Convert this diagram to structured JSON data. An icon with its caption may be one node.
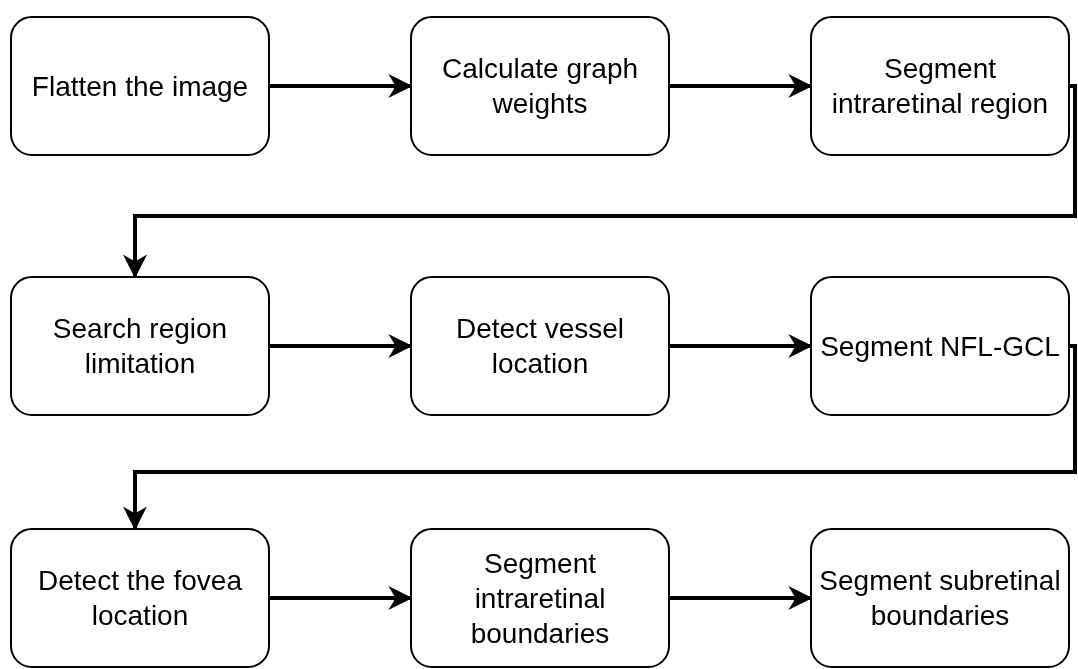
{
  "diagram": {
    "nodes": [
      {
        "text": [
          "Flatten the image"
        ]
      },
      {
        "text": [
          "Calculate graph weights"
        ]
      },
      {
        "text": [
          "Segment intraretinal region"
        ]
      },
      {
        "text": [
          "Search region limitation"
        ]
      },
      {
        "text": [
          "Detect vessel location"
        ]
      },
      {
        "text": [
          "Segment NFL-GCL"
        ]
      },
      {
        "text": [
          "Detect the fovea location"
        ]
      },
      {
        "text": [
          "Segment intraretinal boundaries"
        ]
      },
      {
        "text": [
          "Segment subretinal boundaries"
        ]
      }
    ],
    "edges": [
      {
        "from": 0,
        "to": 1,
        "arrow": "to"
      },
      {
        "from": 1,
        "to": 2,
        "arrow": "to"
      },
      {
        "from": 2,
        "to": 3,
        "arrow": "to"
      },
      {
        "from": 3,
        "to": 4,
        "arrow": "to"
      },
      {
        "from": 4,
        "to": 5,
        "arrow": "to"
      },
      {
        "from": 5,
        "to": 6,
        "arrow": "to"
      },
      {
        "from": 6,
        "to": 7,
        "arrow": "to"
      },
      {
        "from": 7,
        "to": 8,
        "arrow": "to"
      }
    ]
  }
}
